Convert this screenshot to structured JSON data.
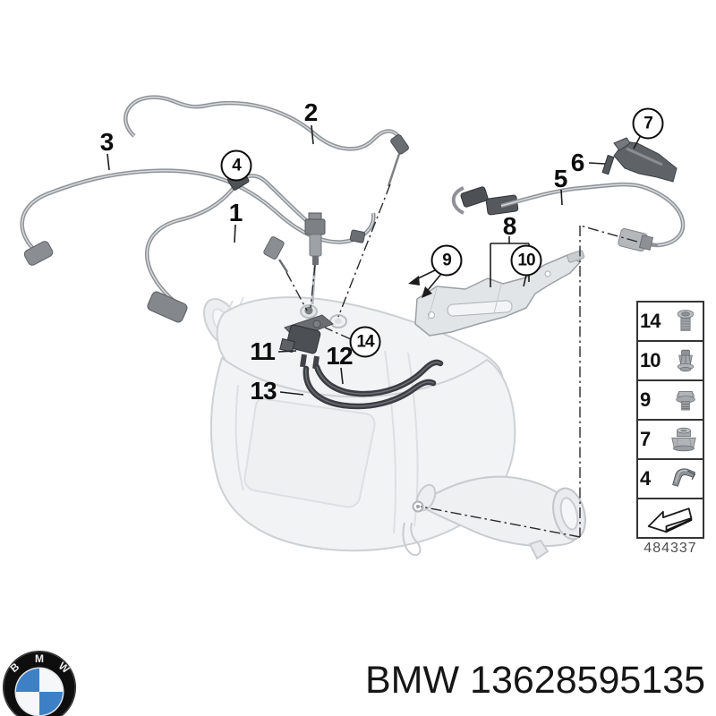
{
  "diagram": {
    "drawing_number": "484337",
    "callouts": {
      "1": "1",
      "2": "2",
      "3": "3",
      "4": "4",
      "5": "5",
      "6": "6",
      "7": "7",
      "8": "8",
      "9": "9",
      "10": "10",
      "11": "11",
      "12": "12",
      "13": "13",
      "14": "14"
    },
    "legend": {
      "rows": [
        {
          "label": "14",
          "icon": "torx-screw-icon"
        },
        {
          "label": "10",
          "icon": "expanding-rivet-icon"
        },
        {
          "label": "9",
          "icon": "hex-flange-bolt-icon"
        },
        {
          "label": "7",
          "icon": "collar-nut-icon"
        },
        {
          "label": "4",
          "icon": "spring-clip-icon"
        },
        {
          "label": "",
          "icon": "direction-arrow-icon"
        }
      ]
    }
  },
  "footer": {
    "part_label": "BMW 13628595135",
    "logo": {
      "letters": [
        "B",
        "M",
        "W"
      ]
    }
  },
  "colors": {
    "bmw_blue": "#3d80c6",
    "cable_gray": "#8f9397",
    "dark_part": "#55595d",
    "faint_outline": "#cdd1d4",
    "leader_black": "#1c1c1c"
  }
}
